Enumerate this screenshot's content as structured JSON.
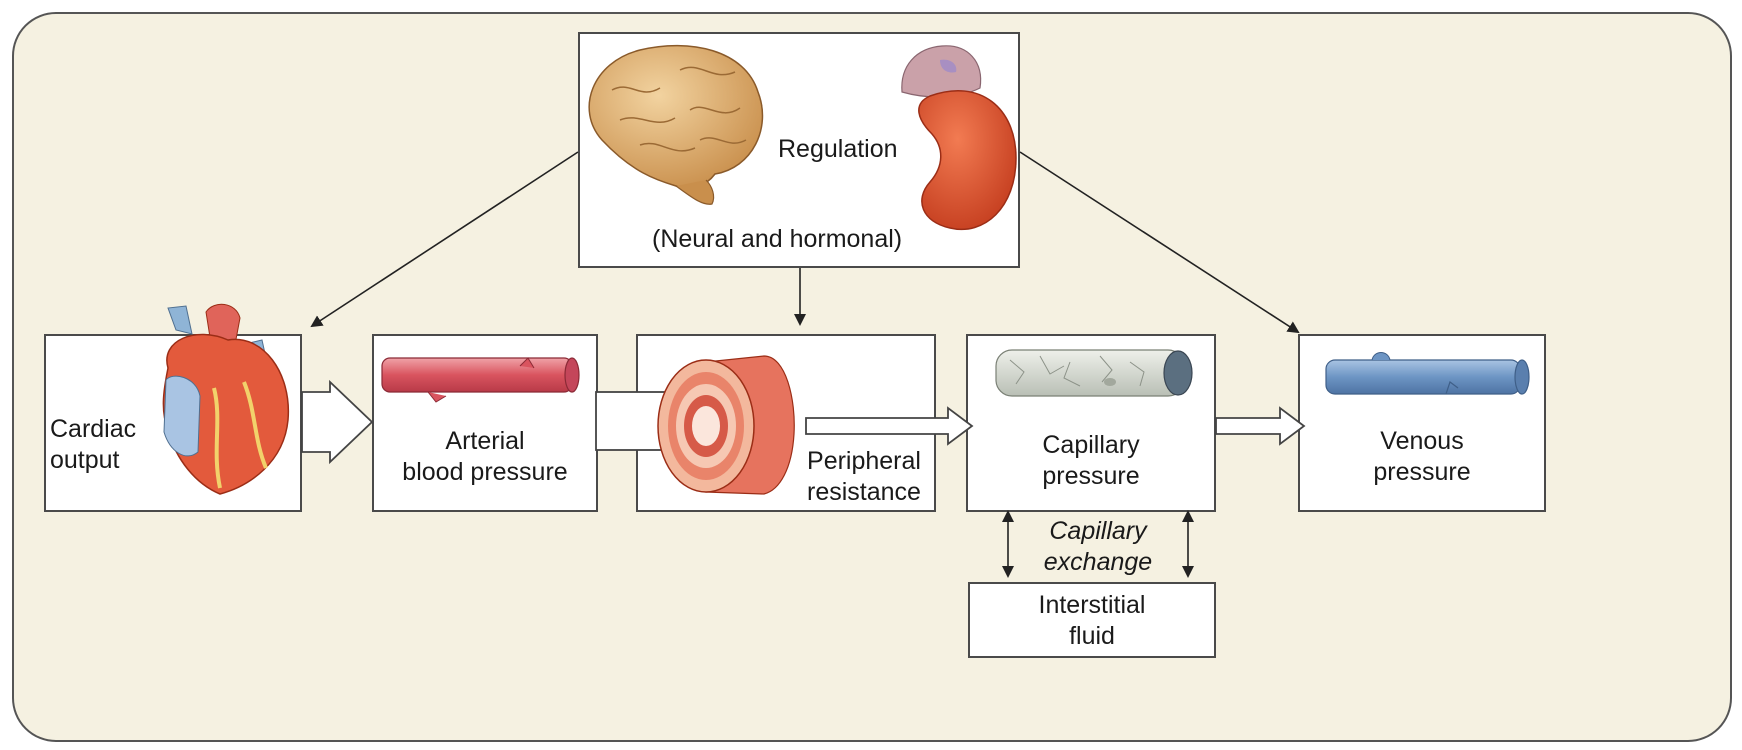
{
  "regulation": {
    "title": "Regulation",
    "subtitle": "(Neural and hormonal)"
  },
  "boxes": {
    "cardiac": {
      "line1": "Cardiac",
      "line2": "output"
    },
    "arterial": {
      "line1": "Arterial",
      "line2": "blood pressure"
    },
    "peripheral": {
      "line1": "Peripheral",
      "line2": "resistance"
    },
    "capillary": {
      "line1": "Capillary",
      "line2": "pressure"
    },
    "venous": {
      "line1": "Venous",
      "line2": "pressure"
    },
    "interstitial": {
      "line1": "Interstitial",
      "line2": "fluid"
    }
  },
  "exchange": {
    "line1": "Capillary",
    "line2": "exchange"
  },
  "colors": {
    "panel_bg": "#f5f1e1",
    "artery": "#d9545f",
    "vein": "#6d95c4",
    "heart": "#e35a3c",
    "brain": "#e0b478",
    "kidney": "#df4f2e"
  },
  "icons": [
    "brain-icon",
    "kidney-icon",
    "heart-icon",
    "artery-icon",
    "vessel-cross-section-icon",
    "capillary-icon",
    "vein-icon"
  ]
}
